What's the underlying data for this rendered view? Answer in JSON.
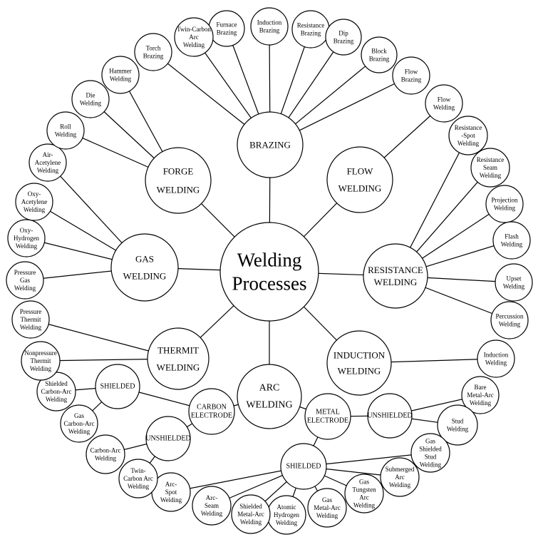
{
  "center": {
    "id": "root",
    "lines": [
      "Welding",
      "Processes"
    ]
  },
  "categories": [
    {
      "id": "brazing",
      "lines": [
        "BRAZING"
      ]
    },
    {
      "id": "flow",
      "lines": [
        "FLOW",
        "WELDING"
      ]
    },
    {
      "id": "resistance",
      "lines": [
        "RESISTANCE",
        "WELDING"
      ]
    },
    {
      "id": "induction",
      "lines": [
        "INDUCTION",
        "WELDING"
      ]
    },
    {
      "id": "arc",
      "lines": [
        "ARC",
        "WELDING"
      ]
    },
    {
      "id": "thermit",
      "lines": [
        "THERMIT",
        "WELDING"
      ]
    },
    {
      "id": "gas",
      "lines": [
        "GAS",
        "WELDING"
      ]
    },
    {
      "id": "forge",
      "lines": [
        "FORGE",
        "WELDING"
      ]
    }
  ],
  "subgroups": [
    {
      "id": "carbon-electrode",
      "lines": [
        "CARBON",
        "ELECTRODE"
      ]
    },
    {
      "id": "metal-electrode",
      "lines": [
        "METAL",
        "ELECTRODE"
      ]
    },
    {
      "id": "carbon-shielded",
      "lines": [
        "SHIELDED"
      ]
    },
    {
      "id": "carbon-unshielded",
      "lines": [
        "UNSHIELDED"
      ]
    },
    {
      "id": "metal-unshielded",
      "lines": [
        "UNSHIELDED"
      ]
    },
    {
      "id": "metal-shielded",
      "lines": [
        "SHIELDED"
      ]
    }
  ],
  "processes": [
    {
      "id": "furnace-brazing",
      "lines": [
        "Furnace",
        "Brazing"
      ]
    },
    {
      "id": "induction-brazing",
      "lines": [
        "Induction",
        "Brazing"
      ]
    },
    {
      "id": "resistance-brazing",
      "lines": [
        "Resistance",
        "Brazing"
      ]
    },
    {
      "id": "dip-brazing",
      "lines": [
        "Dip",
        "Brazing"
      ]
    },
    {
      "id": "block-brazing",
      "lines": [
        "Block",
        "Brazing"
      ]
    },
    {
      "id": "flow-brazing",
      "lines": [
        "Flow",
        "Brazing"
      ]
    },
    {
      "id": "twin-carbon-arc-welding-top",
      "lines": [
        "Twin-Carbon",
        "Arc",
        "Welding"
      ]
    },
    {
      "id": "torch-brazing",
      "lines": [
        "Torch",
        "Brazing"
      ]
    },
    {
      "id": "flow-welding",
      "lines": [
        "Flow",
        "Welding"
      ]
    },
    {
      "id": "resistance-spot-welding",
      "lines": [
        "Resistance",
        "-Spot",
        "Welding"
      ]
    },
    {
      "id": "resistance-seam-welding",
      "lines": [
        "Resistance",
        "Seam",
        "Welding"
      ]
    },
    {
      "id": "projection-welding",
      "lines": [
        "Projection",
        "Welding"
      ]
    },
    {
      "id": "flash-welding",
      "lines": [
        "Flash",
        "Welding"
      ]
    },
    {
      "id": "upset-welding",
      "lines": [
        "Upset",
        "Welding"
      ]
    },
    {
      "id": "percussion-welding",
      "lines": [
        "Percussion",
        "Welding"
      ]
    },
    {
      "id": "induction-welding",
      "lines": [
        "Induction",
        "Welding"
      ]
    },
    {
      "id": "bare-metal-arc-welding",
      "lines": [
        "Bare",
        "Metal-Arc",
        "Welding"
      ]
    },
    {
      "id": "stud-welding",
      "lines": [
        "Stud",
        "Welding"
      ]
    },
    {
      "id": "gas-shielded-stud-welding",
      "lines": [
        "Gas",
        "Shielded",
        "Stud",
        "Welding"
      ]
    },
    {
      "id": "submerged-arc-welding",
      "lines": [
        "Submerged",
        "Arc",
        "Welding"
      ]
    },
    {
      "id": "gas-tungsten-arc-welding",
      "lines": [
        "Gas",
        "Tungsten",
        "Arc",
        "Welding"
      ]
    },
    {
      "id": "gas-metal-arc-welding",
      "lines": [
        "Gas",
        "Metal-Arc",
        "Welding"
      ]
    },
    {
      "id": "atomic-hydrogen-welding",
      "lines": [
        "Atomic",
        "Hydrogen",
        "Welding"
      ]
    },
    {
      "id": "shielded-metal-arc-welding",
      "lines": [
        "Shielded",
        "Metal-Arc",
        "Welding"
      ]
    },
    {
      "id": "arc-seam-welding",
      "lines": [
        "Arc-",
        "Seam",
        "Welding"
      ]
    },
    {
      "id": "arc-spot-welding",
      "lines": [
        "Arc-",
        "Spot",
        "Welding"
      ]
    },
    {
      "id": "twin-carbon-arc-welding",
      "lines": [
        "Twin-",
        "Carbon Arc",
        "Welding"
      ]
    },
    {
      "id": "carbon-arc-welding",
      "lines": [
        "Carbon-Arc",
        "Welding"
      ]
    },
    {
      "id": "gas-carbon-arc-welding",
      "lines": [
        "Gas",
        "Carbon-Arc",
        "Welding"
      ]
    },
    {
      "id": "shielded-carbon-arc-welding",
      "lines": [
        "Shielded",
        "Carbon-Arc",
        "Welding"
      ]
    },
    {
      "id": "nonpressure-thermit-welding",
      "lines": [
        "Nonpressure",
        "Thermit",
        "Welding"
      ]
    },
    {
      "id": "pressure-thermit-welding",
      "lines": [
        "Pressure",
        "Thermit",
        "Welding"
      ]
    },
    {
      "id": "pressure-gas-welding",
      "lines": [
        "Pressure",
        "Gas",
        "Welding"
      ]
    },
    {
      "id": "oxy-hydrogen-welding",
      "lines": [
        "Oxy-",
        "Hydrogen",
        "Welding"
      ]
    },
    {
      "id": "oxy-acetylene-welding",
      "lines": [
        "Oxy-",
        "Acetylene",
        "Welding"
      ]
    },
    {
      "id": "air-acetylene-welding",
      "lines": [
        "Air-",
        "Acetylene",
        "Welding"
      ]
    },
    {
      "id": "roll-welding",
      "lines": [
        "Roll",
        "Welding"
      ]
    },
    {
      "id": "die-welding",
      "lines": [
        "Die",
        "Welding"
      ]
    },
    {
      "id": "hammer-welding",
      "lines": [
        "Hammer",
        "Welding"
      ]
    }
  ],
  "edges": [
    [
      "root",
      "brazing"
    ],
    [
      "root",
      "flow"
    ],
    [
      "root",
      "resistance"
    ],
    [
      "root",
      "induction"
    ],
    [
      "root",
      "arc"
    ],
    [
      "root",
      "thermit"
    ],
    [
      "root",
      "gas"
    ],
    [
      "root",
      "forge"
    ],
    [
      "brazing",
      "furnace-brazing"
    ],
    [
      "brazing",
      "induction-brazing"
    ],
    [
      "brazing",
      "resistance-brazing"
    ],
    [
      "brazing",
      "dip-brazing"
    ],
    [
      "brazing",
      "block-brazing"
    ],
    [
      "brazing",
      "flow-brazing"
    ],
    [
      "brazing",
      "twin-carbon-arc-welding-top"
    ],
    [
      "brazing",
      "torch-brazing"
    ],
    [
      "flow",
      "flow-welding"
    ],
    [
      "resistance",
      "resistance-spot-welding"
    ],
    [
      "resistance",
      "resistance-seam-welding"
    ],
    [
      "resistance",
      "projection-welding"
    ],
    [
      "resistance",
      "flash-welding"
    ],
    [
      "resistance",
      "upset-welding"
    ],
    [
      "resistance",
      "percussion-welding"
    ],
    [
      "induction",
      "induction-welding"
    ],
    [
      "arc",
      "carbon-electrode"
    ],
    [
      "arc",
      "metal-electrode"
    ],
    [
      "carbon-electrode",
      "carbon-shielded"
    ],
    [
      "carbon-electrode",
      "carbon-unshielded"
    ],
    [
      "carbon-shielded",
      "shielded-carbon-arc-welding"
    ],
    [
      "carbon-shielded",
      "gas-carbon-arc-welding"
    ],
    [
      "carbon-unshielded",
      "carbon-arc-welding"
    ],
    [
      "carbon-unshielded",
      "twin-carbon-arc-welding"
    ],
    [
      "metal-electrode",
      "metal-unshielded"
    ],
    [
      "metal-electrode",
      "metal-shielded"
    ],
    [
      "metal-unshielded",
      "bare-metal-arc-welding"
    ],
    [
      "metal-unshielded",
      "stud-welding"
    ],
    [
      "metal-shielded",
      "gas-shielded-stud-welding"
    ],
    [
      "metal-shielded",
      "submerged-arc-welding"
    ],
    [
      "metal-shielded",
      "gas-tungsten-arc-welding"
    ],
    [
      "metal-shielded",
      "gas-metal-arc-welding"
    ],
    [
      "metal-shielded",
      "atomic-hydrogen-welding"
    ],
    [
      "metal-shielded",
      "shielded-metal-arc-welding"
    ],
    [
      "metal-shielded",
      "arc-seam-welding"
    ],
    [
      "metal-shielded",
      "arc-spot-welding"
    ],
    [
      "thermit",
      "pressure-thermit-welding"
    ],
    [
      "thermit",
      "nonpressure-thermit-welding"
    ],
    [
      "gas",
      "pressure-gas-welding"
    ],
    [
      "gas",
      "oxy-hydrogen-welding"
    ],
    [
      "gas",
      "oxy-acetylene-welding"
    ],
    [
      "gas",
      "air-acetylene-welding"
    ],
    [
      "forge",
      "roll-welding"
    ],
    [
      "forge",
      "die-welding"
    ],
    [
      "forge",
      "hammer-welding"
    ]
  ]
}
